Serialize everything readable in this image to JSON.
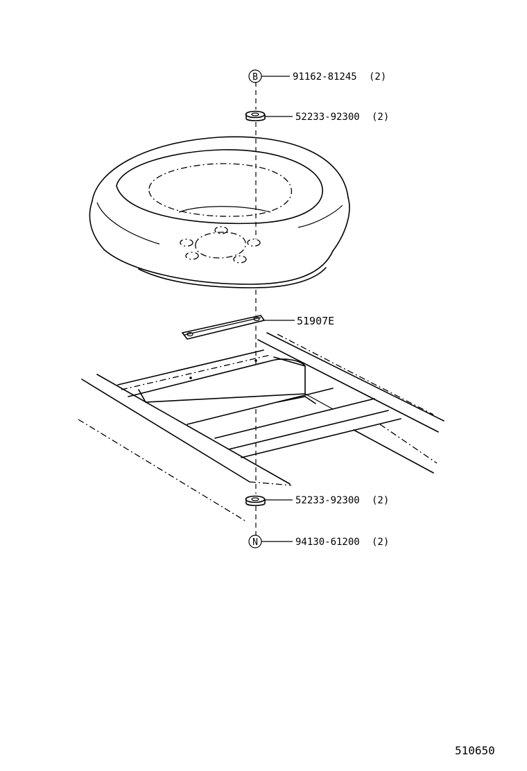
{
  "callouts": {
    "bolt": {
      "symbol": "B",
      "part_number": "91162-81245",
      "qty": "(2)"
    },
    "spacer_top": {
      "part_number": "52233-92300",
      "qty": "(2)"
    },
    "bracket": {
      "part_number": "51907E"
    },
    "spacer_bottom": {
      "part_number": "52233-92300",
      "qty": "(2)"
    },
    "nut": {
      "symbol": "N",
      "part_number": "94130-61200",
      "qty": "(2)"
    }
  },
  "figure_number": "510650"
}
